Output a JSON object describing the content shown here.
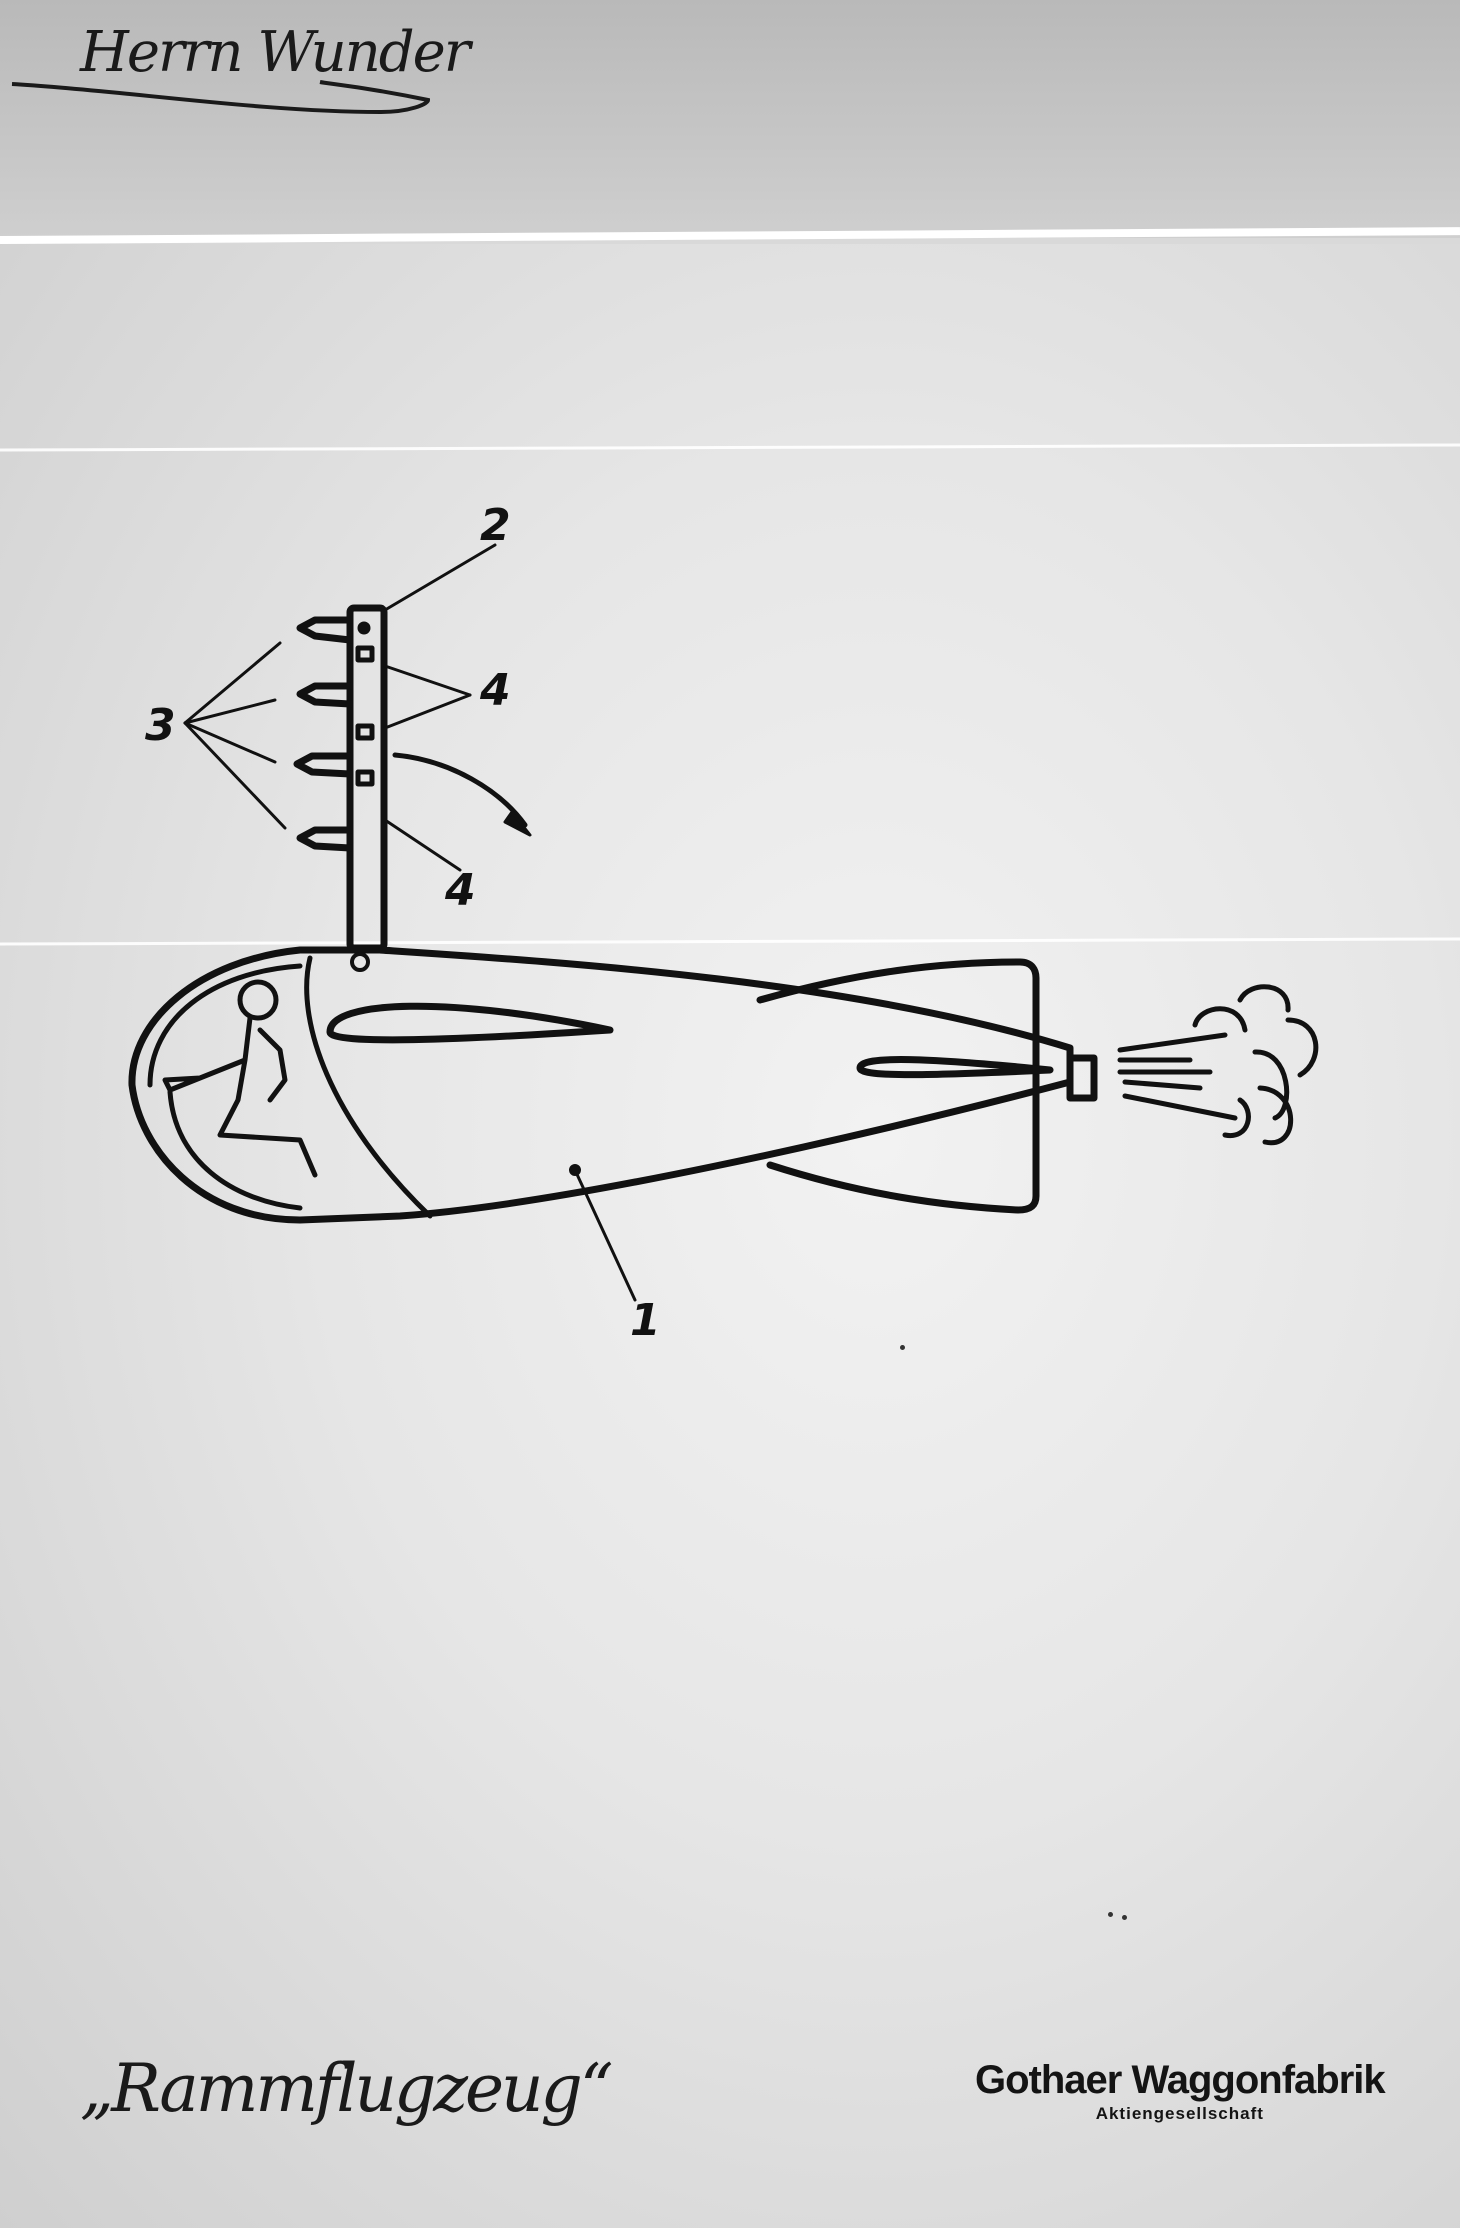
{
  "document": {
    "type": "patent-style technical drawing (scanned)",
    "signature_top": "Herrn Wunder",
    "caption_handwritten": "„Rammflugzeug“",
    "company": {
      "name": "Gothaer Waggonfabrik",
      "subtitle": "Aktiengesellschaft"
    }
  },
  "diagram": {
    "title": "Rammflugzeug",
    "callouts": [
      {
        "id": "1",
        "label": "1",
        "refers_to": "fuselage / aircraft body"
      },
      {
        "id": "2",
        "label": "2",
        "refers_to": "vertical ramming mast"
      },
      {
        "id": "3",
        "label": "3",
        "refers_to": "arrow-shaped cutting blades (x4)"
      },
      {
        "id": "4a",
        "label": "4",
        "refers_to": "mounting fittings on mast (upper)"
      },
      {
        "id": "4b",
        "label": "4",
        "refers_to": "mounting fittings on mast (lower)"
      }
    ],
    "elements": [
      "armored cockpit with kneeling pilot",
      "wing cross-section",
      "tail fins",
      "rocket nozzle",
      "exhaust cloud",
      "motion arrow"
    ],
    "colors": {
      "ink": "#111111",
      "paper": "#e8e8e8",
      "border": "#bdbdbd"
    }
  }
}
